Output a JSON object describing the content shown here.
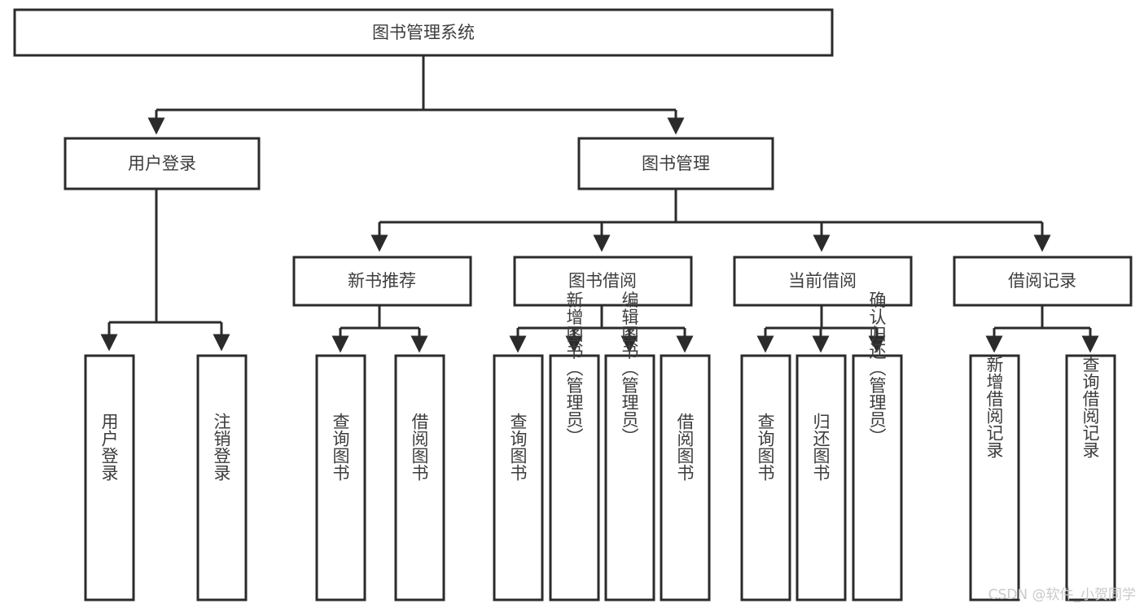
{
  "diagram": {
    "type": "tree-hierarchy-flowchart",
    "title_node": "图书管理系统",
    "watermark": "CSDN @软件_小贺同学",
    "colors": {
      "box_stroke": "#2b2b2b",
      "box_fill": "#ffffff",
      "text": "#3d3d3d",
      "connector": "#2b2b2b",
      "background": "#ffffff",
      "watermark": "#c9c9c9"
    },
    "levels": {
      "level1": [
        {
          "id": "root",
          "label": "图书管理系统"
        }
      ],
      "level2": [
        {
          "id": "user-login",
          "label": "用户登录",
          "parent": "root"
        },
        {
          "id": "book-manage",
          "label": "图书管理",
          "parent": "root"
        }
      ],
      "level3": [
        {
          "id": "new-book-rec",
          "label": "新书推荐",
          "parent": "book-manage"
        },
        {
          "id": "book-borrow",
          "label": "图书借阅",
          "parent": "book-manage"
        },
        {
          "id": "current-borrow",
          "label": "当前借阅",
          "parent": "book-manage"
        },
        {
          "id": "borrow-record",
          "label": "借阅记录",
          "parent": "book-manage"
        }
      ],
      "leaves": [
        {
          "id": "leaf-user-login",
          "label": "用户登录",
          "parent": "user-login"
        },
        {
          "id": "leaf-user-logout",
          "label": "注销登录",
          "parent": "user-login"
        },
        {
          "id": "leaf-query-book-1",
          "label": "查询图书",
          "parent": "new-book-rec"
        },
        {
          "id": "leaf-borrow-book-1",
          "label": "借阅图书",
          "parent": "new-book-rec"
        },
        {
          "id": "leaf-query-book-2",
          "label": "查询图书",
          "parent": "book-borrow"
        },
        {
          "id": "leaf-add-book",
          "label": "新增图书（管理员）",
          "parent": "book-borrow"
        },
        {
          "id": "leaf-edit-book",
          "label": "编辑图书（管理员）",
          "parent": "book-borrow"
        },
        {
          "id": "leaf-borrow-book-2",
          "label": "借阅图书",
          "parent": "book-borrow"
        },
        {
          "id": "leaf-query-book-3",
          "label": "查询图书",
          "parent": "current-borrow"
        },
        {
          "id": "leaf-return-book",
          "label": "归还图书",
          "parent": "current-borrow"
        },
        {
          "id": "leaf-confirm-return",
          "label": "确认归还（管理员）",
          "parent": "current-borrow"
        },
        {
          "id": "leaf-add-record",
          "label": "新增借阅记录",
          "parent": "borrow-record"
        },
        {
          "id": "leaf-query-record",
          "label": "查询借阅记录",
          "parent": "borrow-record"
        }
      ]
    }
  }
}
